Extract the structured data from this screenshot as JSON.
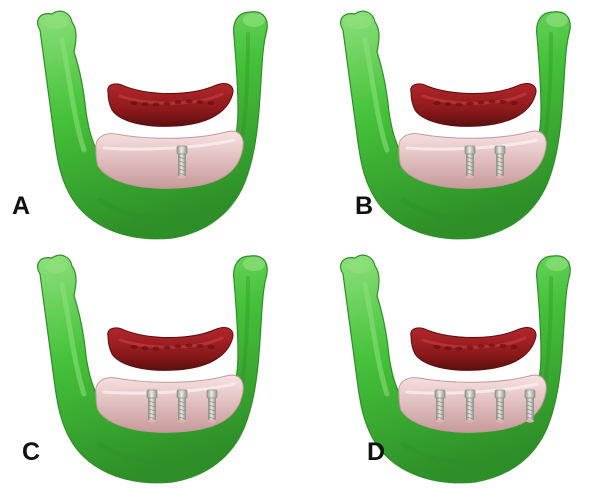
{
  "panels": [
    {
      "label": "A",
      "implant_count": 1
    },
    {
      "label": "B",
      "implant_count": 2
    },
    {
      "label": "C",
      "implant_count": 3
    },
    {
      "label": "D",
      "implant_count": 4
    }
  ],
  "colors": {
    "mandible": "#45c23a",
    "mandible_dark": "#2e8f28",
    "mandible_light": "#8ee07c",
    "gingiva": "#eec6c6",
    "gingiva_dark": "#c79a9a",
    "overdenture": "#8e1a1c",
    "overdenture_dark": "#5c0e10",
    "implant": "#c9cbc2",
    "implant_dark": "#8f918a"
  }
}
